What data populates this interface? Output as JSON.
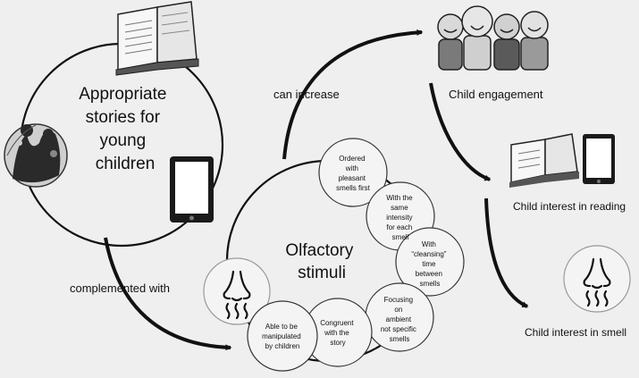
{
  "main_concept": {
    "lines": [
      "Appropriate",
      "stories for",
      "young",
      "children"
    ]
  },
  "center_concept": {
    "lines": [
      "Olfactory",
      "stimuli"
    ]
  },
  "edge_labels": {
    "can_increase": "can increase",
    "complemented_with": "complemented with"
  },
  "outcomes": {
    "engagement": "Child engagement",
    "reading": "Child interest in reading",
    "smell": "Child interest in smell"
  },
  "attributes": [
    {
      "lines": [
        "Ordered",
        "with",
        "pleasant",
        "smells first"
      ]
    },
    {
      "lines": [
        "With the",
        "same",
        "intensity",
        "for each",
        "smell"
      ]
    },
    {
      "lines": [
        "With",
        "“cleansing”",
        "time",
        "between",
        "smells"
      ]
    },
    {
      "lines": [
        "Focusing",
        "on",
        "ambient",
        "not specific",
        "smells"
      ]
    },
    {
      "lines": [
        "Congruent",
        "with the",
        "story"
      ]
    },
    {
      "lines": [
        "Able to be",
        "manipulated",
        "by children"
      ]
    }
  ],
  "icons": {
    "book": "open-book-icon",
    "tablet": "tablet-icon",
    "illustration": "story-illustration-icon",
    "children": "children-group-icon",
    "nose": "nose-smell-icon"
  },
  "colors": {
    "background": "#efefef",
    "ink": "#111111",
    "circle_fill": "#f4f4f4"
  }
}
